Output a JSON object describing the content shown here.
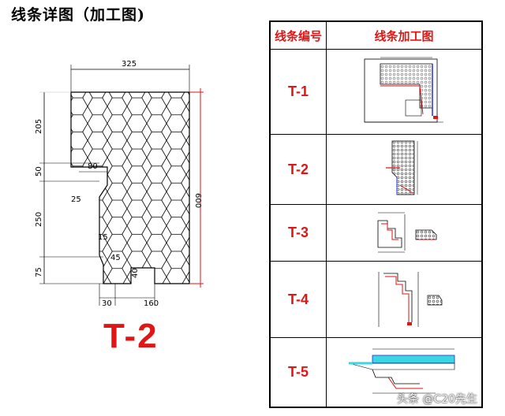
{
  "page": {
    "title": "线条详图（加工图)",
    "panel_label": "T-2",
    "watermark": "头条 @C20先生"
  },
  "dimensions": {
    "top_width": "325",
    "height_205": "205",
    "height_50": "50",
    "notch_80": "80",
    "notch_25": "25",
    "height_250": "250",
    "dim_15": "15",
    "dim_45": "45",
    "dim_40": "40",
    "height_75": "75",
    "bottom_30": "30",
    "bottom_160": "160",
    "total_600": "600"
  },
  "table": {
    "header_code": "线条编号",
    "header_drawing": "线条加工图",
    "rows": [
      {
        "code": "T-1"
      },
      {
        "code": "T-2"
      },
      {
        "code": "T-3"
      },
      {
        "code": "T-4"
      },
      {
        "code": "T-5"
      }
    ]
  },
  "colors": {
    "accent_red": "#e01515",
    "line_black": "#000000",
    "highlight_blue": "#1f2fe0",
    "fill_cyan": "#39d6e6"
  }
}
